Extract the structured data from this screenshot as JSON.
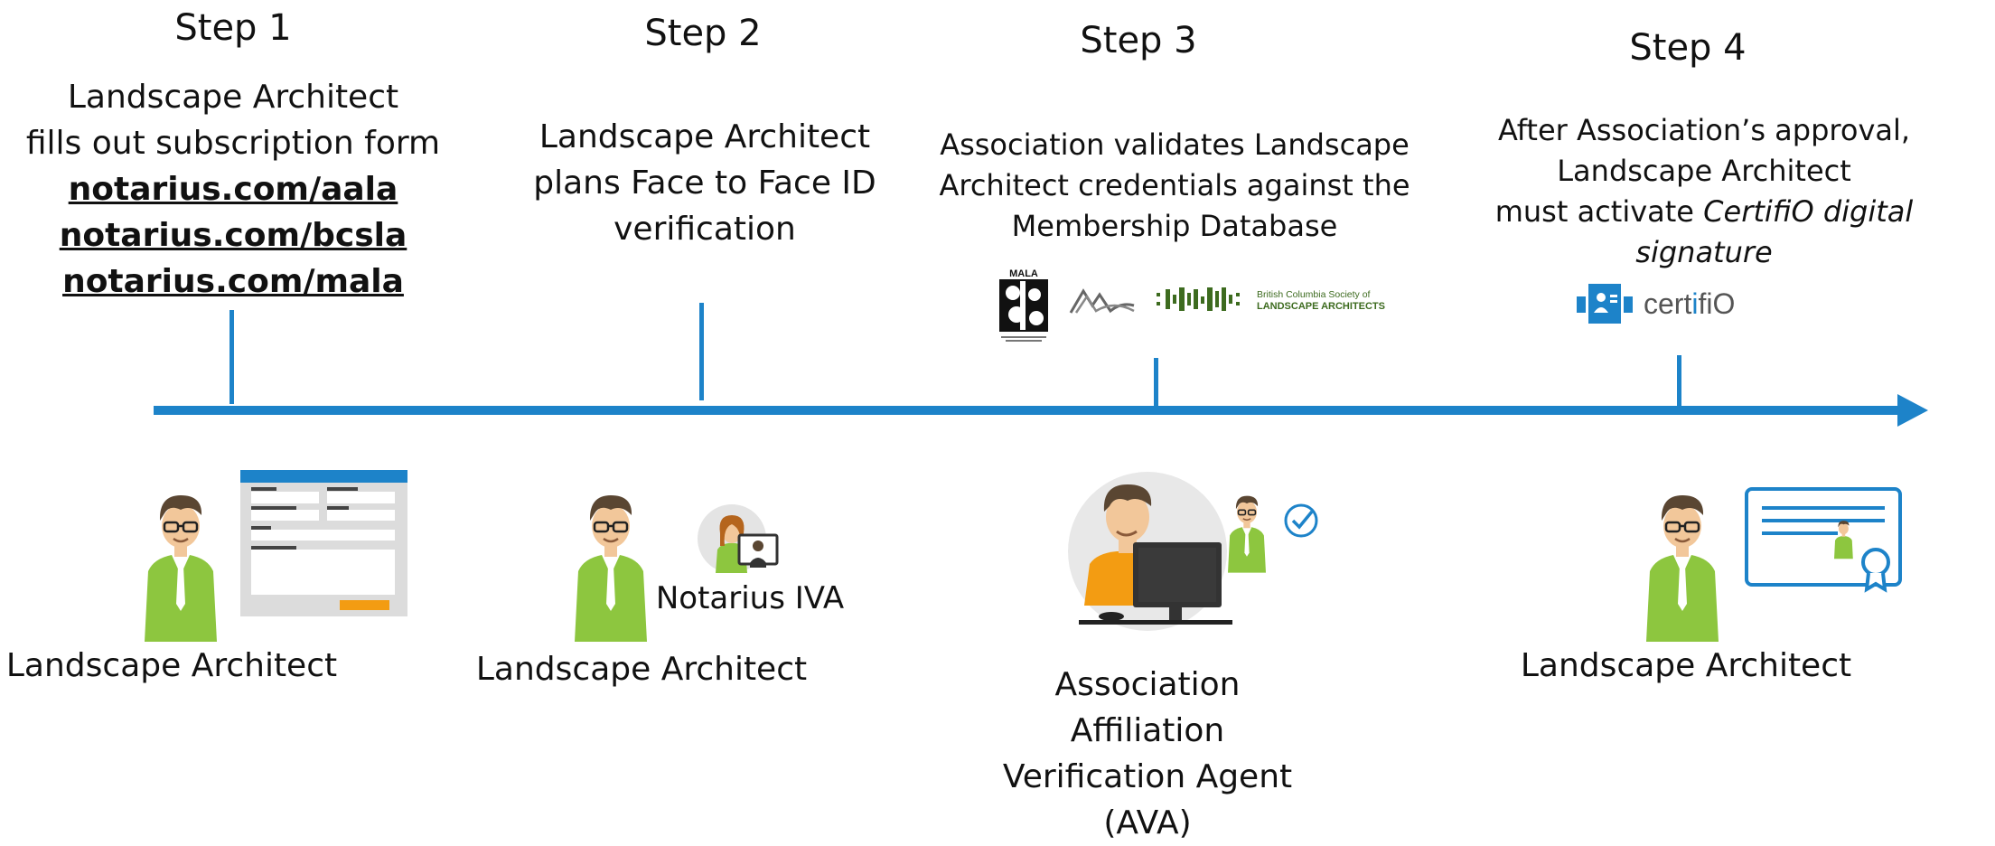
{
  "colors": {
    "accent": "#1d83c9",
    "shirt": "#8dc63f",
    "hair": "#5a4632",
    "skin": "#f2c79a",
    "orange": "#f39c12"
  },
  "steps": [
    {
      "title": "Step 1",
      "desc_lines": [
        "Landscape Architect",
        "fills out subscription form"
      ],
      "links": [
        "notarius.com/aala",
        "notarius.com/bcsla",
        "notarius.com/mala"
      ],
      "role": "Landscape Architect"
    },
    {
      "title": "Step 2",
      "desc_lines": [
        "Landscape Architect",
        "plans Face to Face ID",
        "verification"
      ],
      "side_label": "Notarius IVA",
      "role": "Landscape Architect"
    },
    {
      "title": "Step 3",
      "desc_lines": [
        "Association validates Landscape",
        "Architect  credentials against the",
        "Membership Database"
      ],
      "role_lines": [
        "Association",
        "Affiliation",
        "Verification Agent",
        "(AVA)"
      ]
    },
    {
      "title": "Step 4",
      "desc_lines": [
        "After Association’s approval,",
        "Landscape Architect"
      ],
      "desc_prefix": "must activate ",
      "desc_emphasis": "CertifiO digital signature",
      "role": "Landscape Architect"
    }
  ],
  "logos": {
    "mala": "MALA",
    "bcsla_line1": "British Columbia Society of",
    "bcsla_line2": "LANDSCAPE ARCHITECTS",
    "certifio_a": "cert",
    "certifio_b": "i",
    "certifio_c": "fiO"
  },
  "icons": {
    "person": "person-icon",
    "form": "form-icon",
    "video_call": "video-call-icon",
    "computer_agent": "computer-agent-icon",
    "check": "check-circle-icon",
    "certificate": "certificate-icon"
  }
}
